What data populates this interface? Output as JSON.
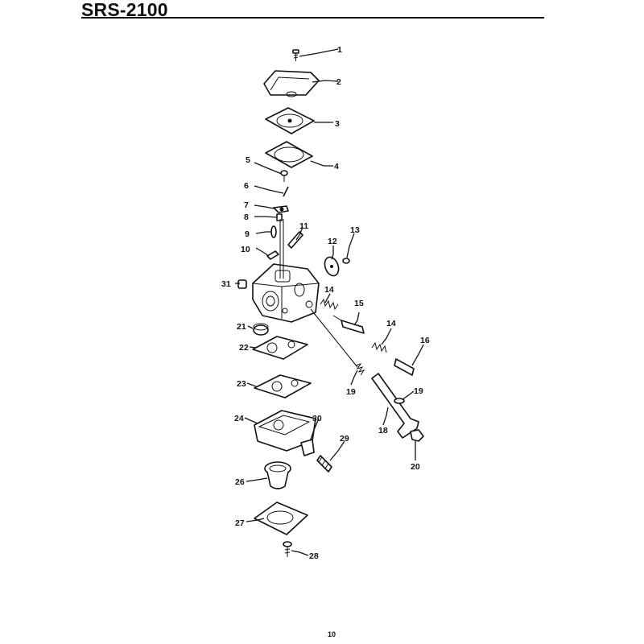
{
  "header": {
    "title": "SRS-2100"
  },
  "footer": {
    "page_number": "10"
  },
  "callouts": {
    "c1": "1",
    "c2": "2",
    "c3": "3",
    "c4": "4",
    "c5": "5",
    "c6": "6",
    "c7": "7",
    "c8": "8",
    "c9": "9",
    "c10": "10",
    "c11": "11",
    "c12": "12",
    "c13": "13",
    "c14a": "14",
    "c14b": "14",
    "c15": "15",
    "c16": "16",
    "c18": "18",
    "c19a": "19",
    "c19b": "19",
    "c20": "20",
    "c21": "21",
    "c22": "22",
    "c23": "23",
    "c24": "24",
    "c26": "26",
    "c27": "27",
    "c28": "28",
    "c29": "29",
    "c30": "30",
    "c31": "31"
  }
}
